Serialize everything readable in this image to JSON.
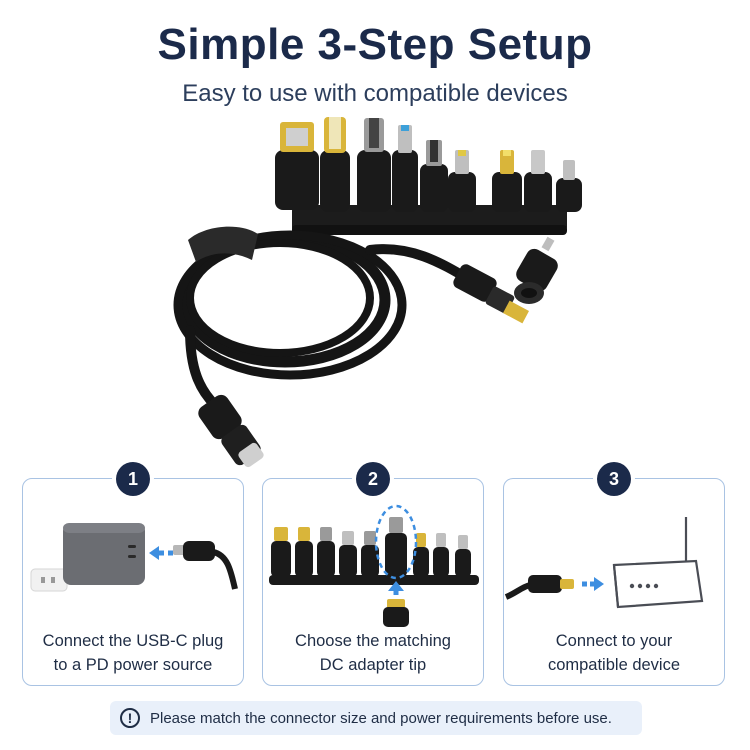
{
  "header": {
    "title": "Simple 3-Step Setup",
    "subtitle": "Easy to use with compatible devices"
  },
  "steps": [
    {
      "number": "1",
      "line1": "Connect the USB-C plug",
      "line2": "to a PD power source",
      "icon": "charger-icon"
    },
    {
      "number": "2",
      "line1": "Choose the matching",
      "line2": "DC adapter tip",
      "icon": "adapter-tips-icon"
    },
    {
      "number": "3",
      "line1": "Connect to your",
      "line2": "compatible device",
      "icon": "router-icon"
    }
  ],
  "notice": {
    "icon": "exclamation-circle-icon",
    "text": "Please match the connector size and power requirements before use."
  },
  "colors": {
    "navy": "#1b2a4a",
    "card_border": "#a9c3e3",
    "arrow_blue": "#3d8ee0",
    "notice_bg": "#e9f0fa"
  }
}
